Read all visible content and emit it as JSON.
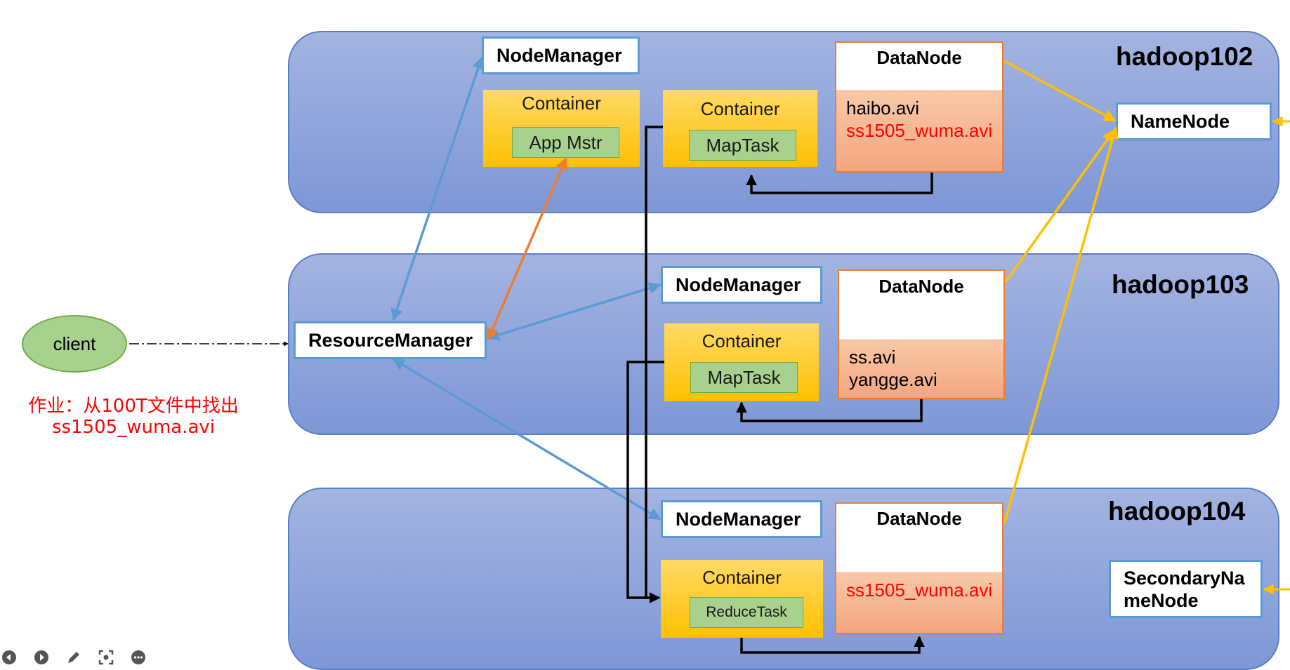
{
  "hosts": [
    {
      "name": "hadoop102"
    },
    {
      "name": "hadoop103"
    },
    {
      "name": "hadoop104"
    }
  ],
  "labels": {
    "node_manager": "NodeManager",
    "datanode": "DataNode",
    "container": "Container",
    "app_master": "App Mstr",
    "map_task": "MapTask",
    "reduce_task": "ReduceTask",
    "namenode": "NameNode",
    "secondary_namenode": "SecondaryNameNode",
    "resource_manager": "ResourceManager",
    "client": "client"
  },
  "datanode_files": {
    "hadoop102": [
      "haibo.avi",
      "ss1505_wuma.avi"
    ],
    "hadoop103": [
      "ss.avi",
      "yangge.avi"
    ],
    "hadoop104": [
      "ss1505_wuma.avi"
    ]
  },
  "task_note": {
    "line1": "作业：从100T文件中找出",
    "line2": "ss1505_wuma.avi"
  },
  "colors": {
    "host_fill": "#8fa5dc",
    "datanode_border": "#ed7d31",
    "container_fill": "#ffc000",
    "task_fill": "#a9d18e",
    "blue_arrow": "#5b9bd5",
    "orange_arrow": "#ed7d31",
    "gold_arrow": "#ffc000",
    "highlight_text": "#ff0000"
  },
  "toolbar": {
    "icons": [
      "previous-icon",
      "play-icon",
      "pen-icon",
      "focus-icon",
      "more-icon"
    ]
  }
}
